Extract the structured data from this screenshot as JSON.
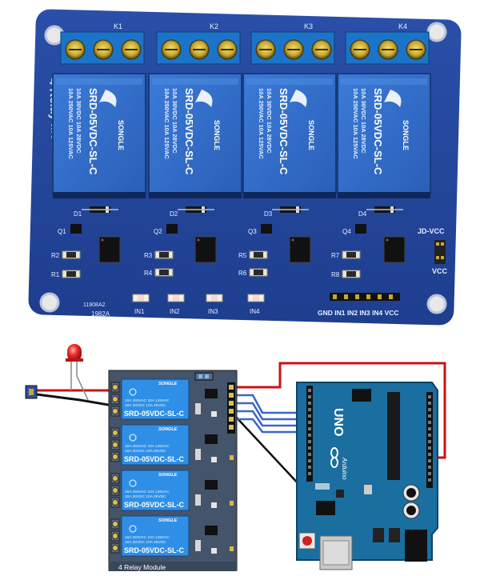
{
  "photo": {
    "relays": [
      {
        "label": "K1",
        "rating_line1": "10A 250VAC  10A 125VAC",
        "rating_line2": "10A 30VDC  10A 28VDC",
        "model": "SRD-05VDC-SL-C",
        "brand": "SONGLE",
        "diode": "D1",
        "transistor": "Q1"
      },
      {
        "label": "K2",
        "rating_line1": "10A 250VAC  10A 125VAC",
        "rating_line2": "10A 30VDC  10A 28VDC",
        "model": "SRD-05VDC-SL-C",
        "brand": "SONGLE",
        "diode": "D2",
        "transistor": "Q2"
      },
      {
        "label": "K3",
        "rating_line1": "10A 250VAC  10A 125VAC",
        "rating_line2": "10A 30VDC  10A 28VDC",
        "model": "SRD-05VDC-SL-C",
        "brand": "SONGLE",
        "diode": "D3",
        "transistor": "Q3"
      },
      {
        "label": "K4",
        "rating_line1": "10A 250VAC  10A 125VAC",
        "rating_line2": "10A 30VDC  10A 28VDC",
        "model": "SRD-05VDC-SL-C",
        "brand": "SONGLE",
        "diode": "D4",
        "transistor": "Q4"
      }
    ],
    "side_text": "4 Relay Module",
    "resistor_labels": [
      "R2",
      "R1",
      "R3",
      "R4",
      "R5",
      "R6",
      "R7",
      "R8"
    ],
    "input_leds": [
      "IN1",
      "IN2",
      "IN3",
      "IN4"
    ],
    "header_pins": "GND IN1 IN2 IN3 IN4 VCC",
    "jumper_top": "JD-VCC",
    "jumper_bottom": "VCC",
    "date_code": "11908A2",
    "board_code": "1982A"
  },
  "diagram": {
    "module_label": "4 Relay Module",
    "relay_brand": "SONGLE",
    "relay_line1": "10A 250VAC  10A 125VAC",
    "relay_line2": "10A  30VDC  10A  28VDC",
    "relay_model": "SRD-05VDC-SL-C",
    "arduino_logo": "UNO",
    "arduino_brand": "Arduino",
    "wire_colors": {
      "power": "#cc1111",
      "ground": "#111111",
      "signal": "#3a66c8",
      "led": "#e03030"
    }
  }
}
